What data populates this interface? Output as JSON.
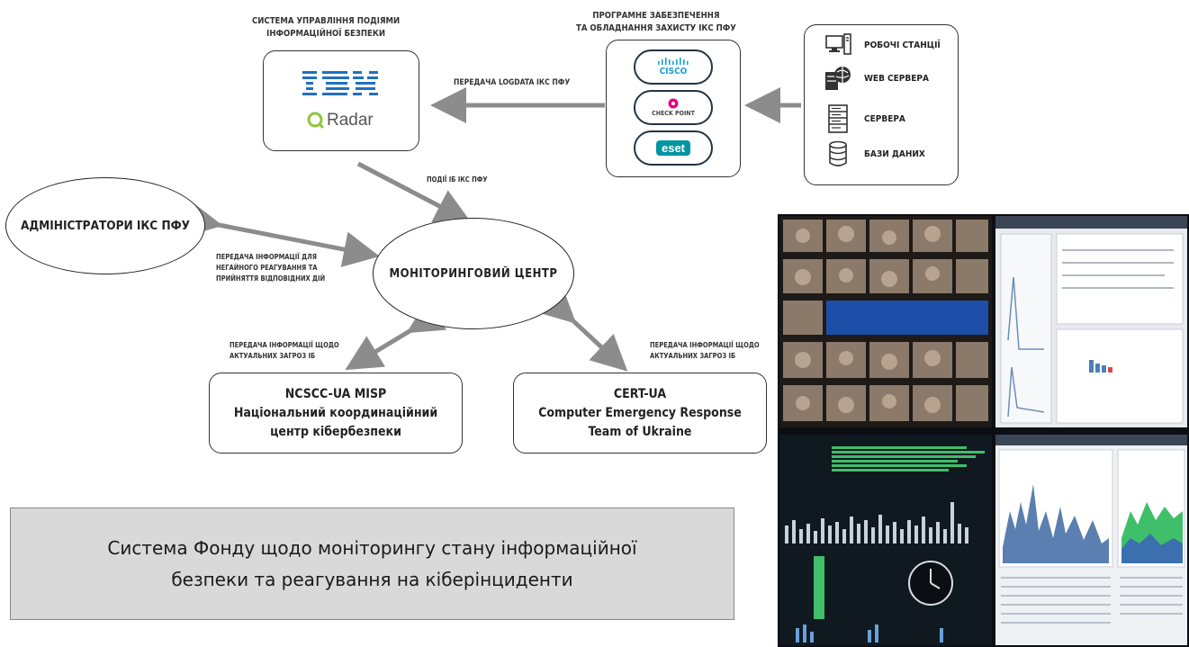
{
  "siem": {
    "header": [
      "СИСТЕМА УПРАВЛІННЯ ПОДІЯМИ",
      "ІНФОРМАЦІЙНОЇ БЕЗПЕКИ"
    ],
    "logo_ibm": "IBM",
    "logo_radar": "Radar"
  },
  "protection": {
    "header": [
      "ПРОГРАМНЕ ЗАБЕЗПЕЧЕННЯ",
      "ТА ОБЛАДНАННЯ ЗАХИСТУ ІКС ПФУ"
    ],
    "vendors": [
      "CISCO",
      "CHECK POINT",
      "eset"
    ]
  },
  "assets": {
    "items": [
      "РОБОЧІ СТАНЦІЇ",
      "WEB СЕРВЕРА",
      "СЕРВЕРА",
      "БАЗИ ДАНИХ"
    ]
  },
  "flows": {
    "logdata": "ПЕРЕДАЧА LOGDATA ІКС ПФУ",
    "events": "ПОДІЇ ІБ ІКС ПФУ",
    "to_admins": [
      "ПЕРЕДАЧА ІНФОРМАЦІЇ ДЛЯ",
      "НЕГАЙНОГО РЕАГУВАННЯ ТА",
      "ПРИЙНЯТТЯ ВІДПОВІДНИХ ДІЙ"
    ],
    "to_ncscc": [
      "ПЕРЕДАЧА ІНФОРМАЦІЇ ЩОДО",
      "АКТУАЛЬНИХ ЗАГРОЗ ІБ"
    ],
    "to_cert": [
      "ПЕРЕДАЧА ІНФОРМАЦІЇ ЩОДО",
      "АКТУАЛЬНИХ ЗАГРОЗ ІБ"
    ]
  },
  "admins": "АДМІНІСТРАТОРИ ІКС ПФУ",
  "monitoring": "МОНІТОРИНГОВИЙ ЦЕНТР",
  "ncscc": [
    "NCSCC-UA MISP",
    "Національний координаційний",
    "центр кібербезпеки"
  ],
  "cert": [
    "CERT-UA",
    "Computer Emergency Response",
    "Team of Ukraine"
  ],
  "caption": [
    "Система Фонду щодо моніторингу стану інформаційної",
    "безпеки та реагування на кіберінциденти"
  ],
  "colors": {
    "arrow": "#8c8c8c",
    "caption_bg": "#d9d9d9",
    "ibm_blue": "#1f70c1",
    "radar_green": "#8dc63f",
    "eset_teal": "#0096a1",
    "checkpoint_pink": "#e6007e"
  }
}
